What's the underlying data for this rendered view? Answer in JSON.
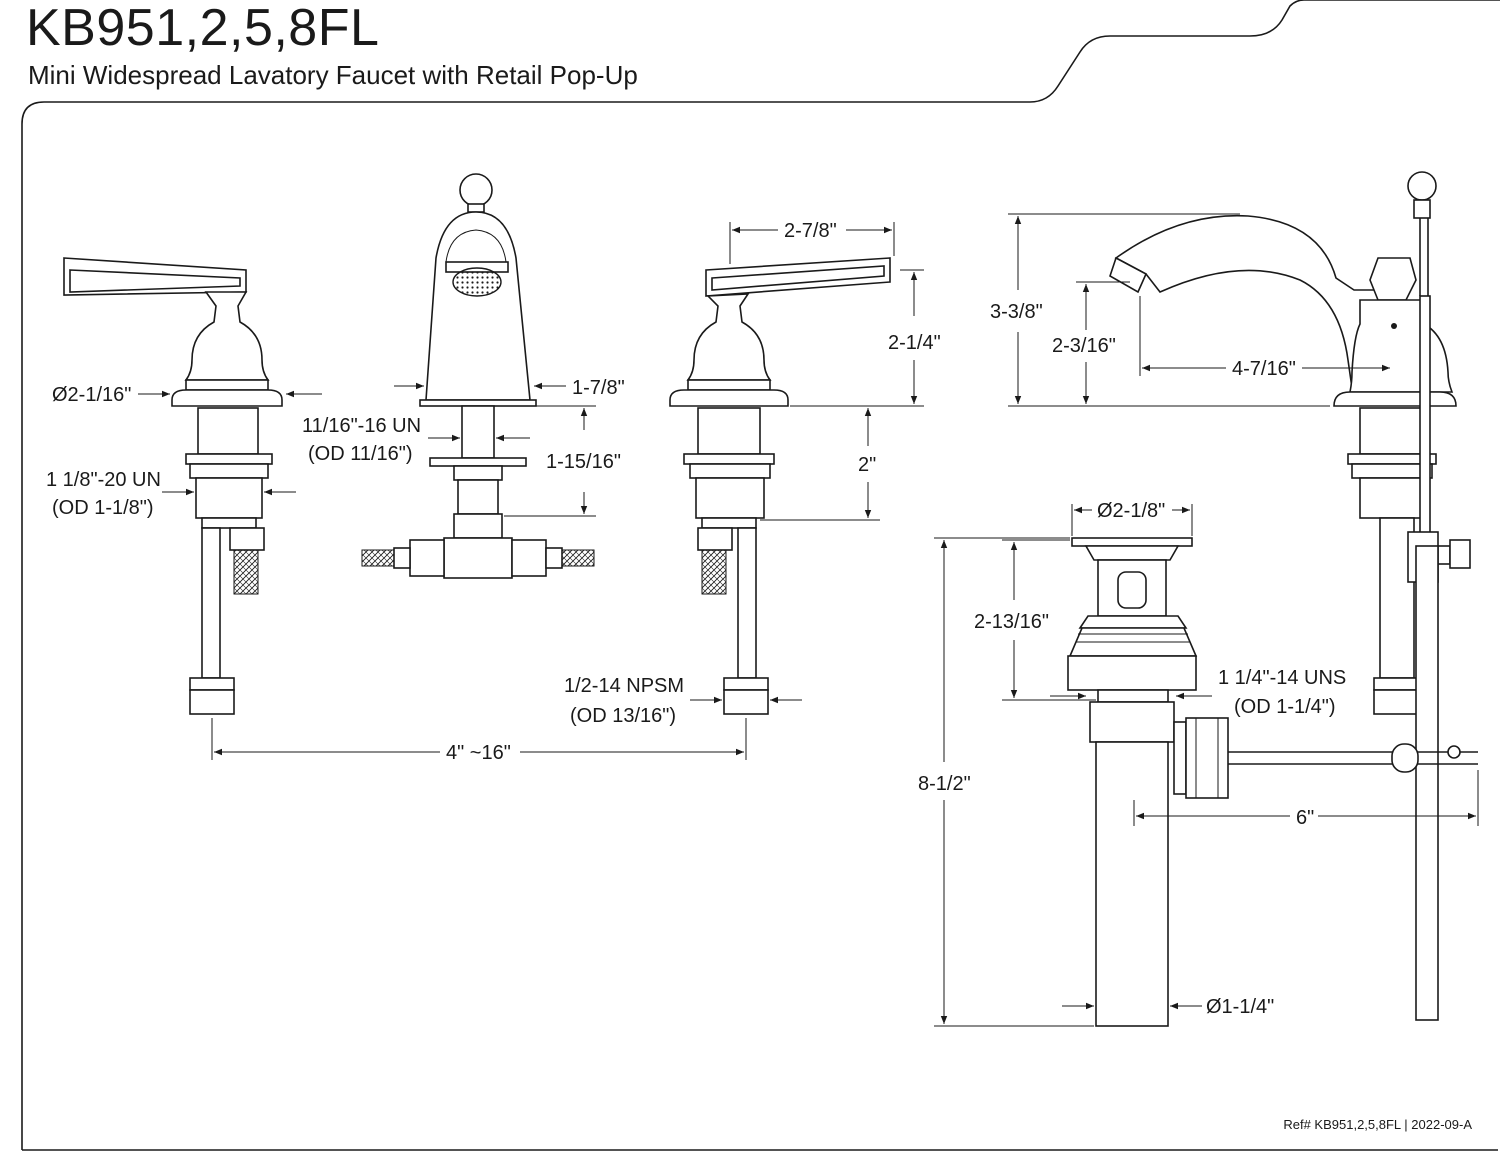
{
  "header": {
    "model": "KB951,2,5,8FL",
    "description": "Mini Widespread Lavatory Faucet with Retail Pop-Up"
  },
  "footer": {
    "reference": "Ref# KB951,2,5,8FL | 2022-09-A"
  },
  "dimensions": {
    "flange_diameter": "Ø2-1/16\"",
    "handle_thread": "1 1/8\"-20 UN",
    "handle_thread_od": "(OD 1-1/8\")",
    "spout_thread": "11/16\"-16 UN",
    "spout_thread_od": "(OD 11/16\")",
    "spout_base_width": "1-7/8\"",
    "spout_shank_length": "1-15/16\"",
    "handle_reach": "2-7/8\"",
    "handle_height": "2-1/4\"",
    "handle_shank_length": "2\"",
    "supply_thread": "1/2-14 NPSM",
    "supply_thread_od": "(OD 13/16\")",
    "spread": "4\" ~16\"",
    "spout_height": "3-3/8\"",
    "aerator_height": "2-3/16\"",
    "spout_reach": "4-7/16\"",
    "drain_flange_diameter": "Ø2-1/8\"",
    "drain_body_height": "2-13/16\"",
    "drain_thread": "1 1/4\"-14 UNS",
    "drain_thread_od": "(OD 1-1/4\")",
    "drain_total_height": "8-1/2\"",
    "pivot_rod_length": "6\"",
    "tailpiece_diameter": "Ø1-1/4\""
  }
}
